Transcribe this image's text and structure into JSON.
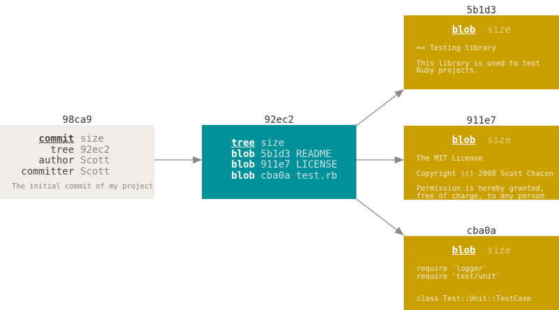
{
  "commit": {
    "id": "98ca9",
    "type": "commit",
    "size": "size",
    "fields": [
      {
        "k": "tree",
        "v": "92ec2"
      },
      {
        "k": "author",
        "v": "Scott"
      },
      {
        "k": "committer",
        "v": "Scott"
      }
    ],
    "message": "The initial commit of my project"
  },
  "tree": {
    "id": "92ec2",
    "type": "tree",
    "size": "size",
    "entries": [
      {
        "t": "blob",
        "v": "5b1d3 README"
      },
      {
        "t": "blob",
        "v": "911e7 LICENSE"
      },
      {
        "t": "blob",
        "v": "cba0a test.rb"
      }
    ]
  },
  "blobs": [
    {
      "id": "5b1d3",
      "type": "blob",
      "size": "size",
      "lines": [
        "== Testing library",
        "",
        "This library is used to test",
        "Ruby projects."
      ]
    },
    {
      "id": "911e7",
      "type": "blob",
      "size": "size",
      "lines": [
        "The MIT License",
        "",
        "Copyright (c) 2008 Scott Chacon",
        "",
        "Permission is hereby granted,",
        "free of charge, to any person"
      ]
    },
    {
      "id": "cba0a",
      "type": "blob",
      "size": "size",
      "lines": [
        "require 'logger'",
        "require 'test/unit'",
        "",
        "",
        "class Test::Unit::TestCase"
      ]
    }
  ],
  "colors": {
    "commit": "#efeee8",
    "tree": "#00909a",
    "blob": "#c9a000",
    "arrow": "#8d8880"
  }
}
